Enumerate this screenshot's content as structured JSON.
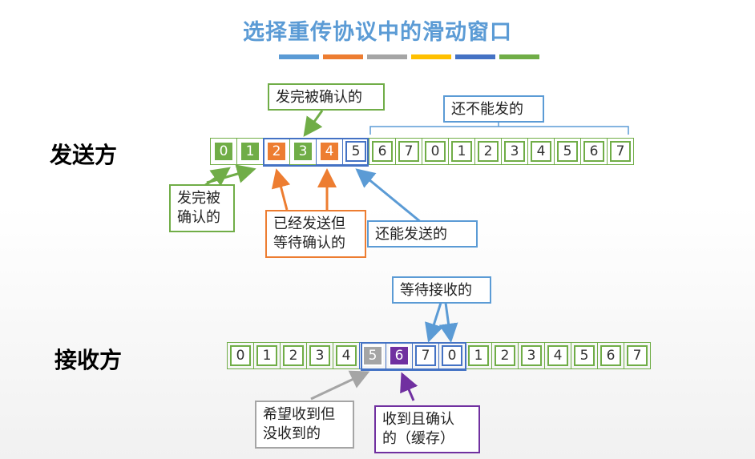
{
  "title": "选择重传协议中的滑动窗口",
  "decor_colors": [
    "#5b9bd5",
    "#ed7d31",
    "#a5a5a5",
    "#ffc000",
    "#4472c4",
    "#70ad47"
  ],
  "sender": {
    "label": "发送方",
    "cells": [
      {
        "n": "0",
        "state": "green"
      },
      {
        "n": "1",
        "state": "green"
      },
      {
        "n": "2",
        "state": "orange"
      },
      {
        "n": "3",
        "state": "green"
      },
      {
        "n": "4",
        "state": "orange"
      },
      {
        "n": "5",
        "state": "blue"
      },
      {
        "n": "6",
        "state": "plain"
      },
      {
        "n": "7",
        "state": "plain"
      },
      {
        "n": "0",
        "state": "plain"
      },
      {
        "n": "1",
        "state": "plain"
      },
      {
        "n": "2",
        "state": "plain"
      },
      {
        "n": "3",
        "state": "plain"
      },
      {
        "n": "4",
        "state": "plain"
      },
      {
        "n": "5",
        "state": "plain"
      },
      {
        "n": "6",
        "state": "plain"
      },
      {
        "n": "7",
        "state": "plain"
      }
    ],
    "callouts": {
      "acked_in_window": "发完被确认的",
      "not_sendable": "还不能发的",
      "acked_before": "发完被\n确认的",
      "sent_waiting": "已经发送但\n等待确认的",
      "can_send": "还能发送的"
    }
  },
  "receiver": {
    "label": "接收方",
    "cells": [
      {
        "n": "0",
        "state": "plain"
      },
      {
        "n": "1",
        "state": "plain"
      },
      {
        "n": "2",
        "state": "plain"
      },
      {
        "n": "3",
        "state": "plain"
      },
      {
        "n": "4",
        "state": "plain"
      },
      {
        "n": "5",
        "state": "gray"
      },
      {
        "n": "6",
        "state": "purple"
      },
      {
        "n": "7",
        "state": "blue"
      },
      {
        "n": "0",
        "state": "blue"
      },
      {
        "n": "1",
        "state": "plain"
      },
      {
        "n": "2",
        "state": "plain"
      },
      {
        "n": "3",
        "state": "plain"
      },
      {
        "n": "4",
        "state": "plain"
      },
      {
        "n": "5",
        "state": "plain"
      },
      {
        "n": "6",
        "state": "plain"
      },
      {
        "n": "7",
        "state": "plain"
      }
    ],
    "callouts": {
      "waiting": "等待接收的",
      "expected_missing": "希望收到但\n没收到的",
      "received_buffered": "收到且确认\n的（缓存）"
    }
  }
}
